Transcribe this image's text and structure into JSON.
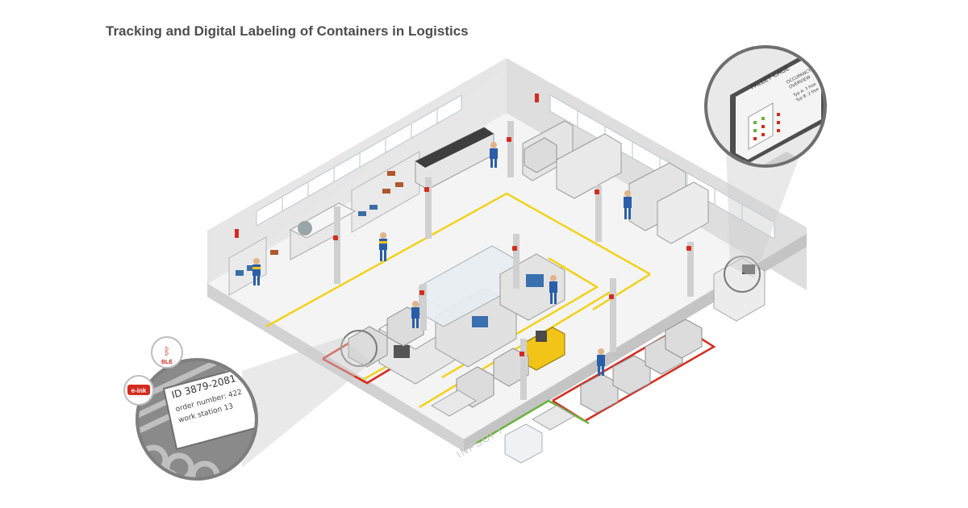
{
  "title": "Tracking and Digital Labeling of Containers in Logistics",
  "watermark": "INPSOFT",
  "badges": {
    "ble": "BLE",
    "eink": "e-ink"
  },
  "label_zoom": {
    "id": "ID 3879-2081",
    "order": "order number: 422",
    "station": "work station 13"
  },
  "monitor_zoom": {
    "heading": "PALLET CAGE",
    "overview_line1": "OCCUPANCY",
    "overview_line2": "OVERVIEW",
    "row_a": "Typ A:  3 free",
    "row_b": "Typ B:  2 free"
  },
  "colors": {
    "brand_red": "#d52b1e",
    "zone_yellow": "#f2d21b",
    "zone_green": "#6cb33f",
    "worker_blue": "#2a5ea8",
    "floor": "#f3f3f3",
    "wall": "#e4e4e4"
  }
}
